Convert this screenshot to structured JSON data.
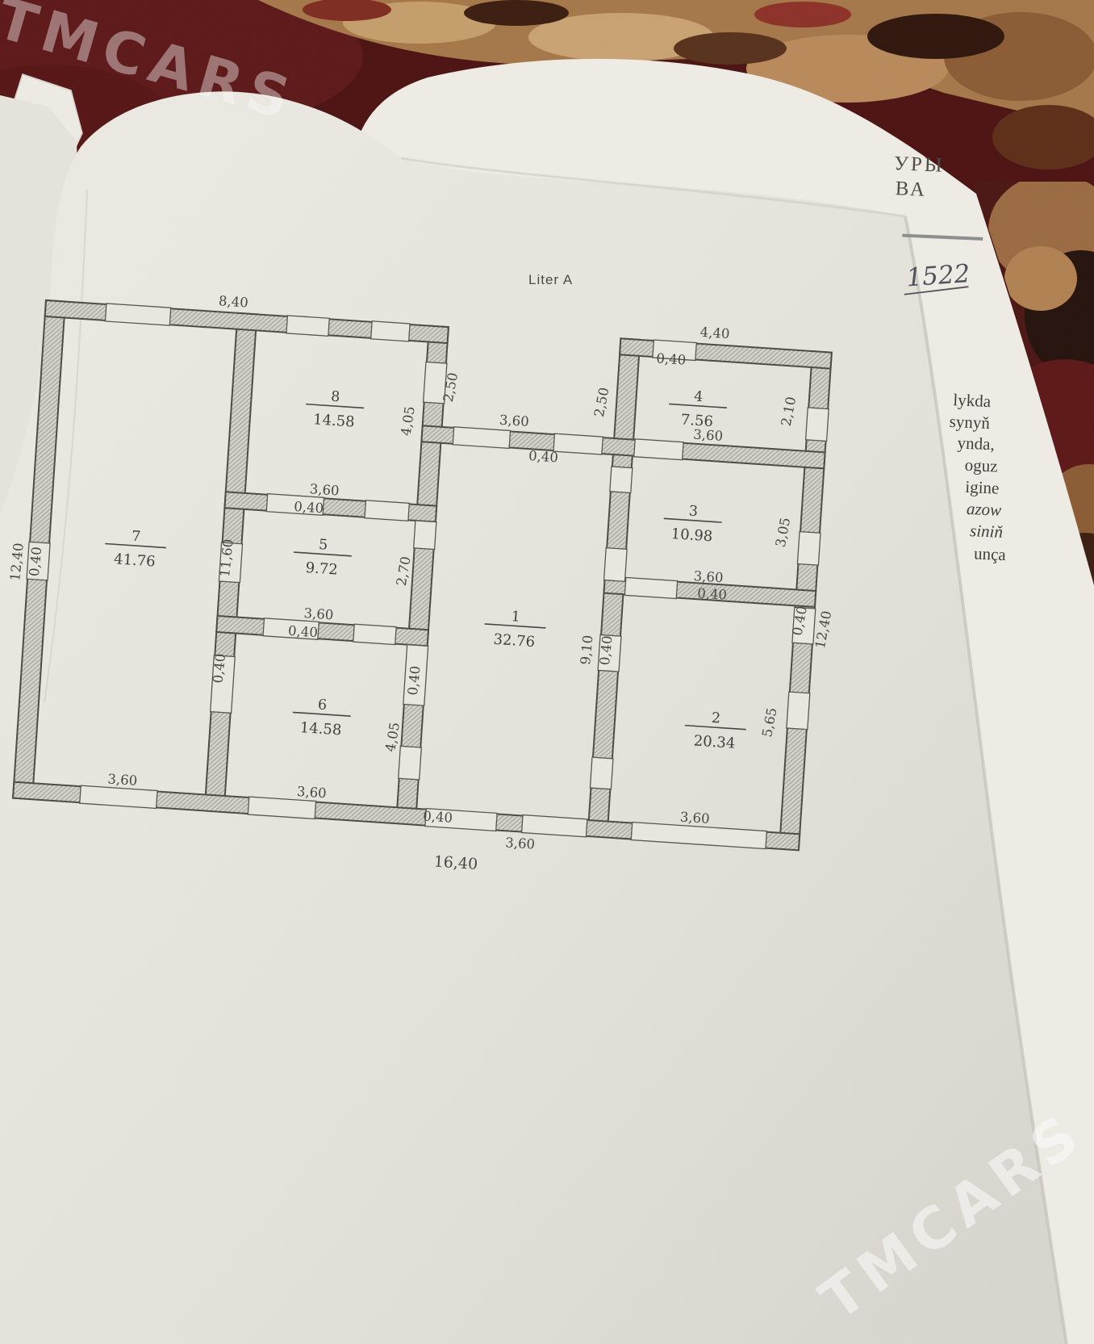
{
  "watermark": {
    "text": "TMCARS"
  },
  "side_page": {
    "header_line1": "УРЫ",
    "header_line2": "ВА",
    "handwritten_number": "1522",
    "text_lines": [
      "lykda",
      "synyň",
      "ynda,",
      "oguz",
      "igine",
      "azow",
      "siniň",
      "unça"
    ]
  },
  "plan": {
    "title": "Liter A",
    "rooms": [
      {
        "num": "1",
        "area": "32.76"
      },
      {
        "num": "2",
        "area": "20.34"
      },
      {
        "num": "3",
        "area": "10.98"
      },
      {
        "num": "4",
        "area": "7.56"
      },
      {
        "num": "5",
        "area": "9.72"
      },
      {
        "num": "6",
        "area": "14.58"
      },
      {
        "num": "7",
        "area": "41.76"
      },
      {
        "num": "8",
        "area": "14.58"
      }
    ],
    "dims": [
      "8,40",
      "4,40",
      "0,40",
      "2,50",
      "2,50",
      "4,05",
      "3,60",
      "0,40",
      "3,60",
      "2,10",
      "3,05",
      "3,60",
      "0,40",
      "2,70",
      "11,60",
      "12,40",
      "0,40",
      "3,60",
      "0,40",
      "0,40",
      "0,40",
      "4,05",
      "9,10",
      "0,40",
      "3,60",
      "0,40",
      "5,65",
      "0,40",
      "12,40",
      "3,60",
      "3,60",
      "0,40",
      "3,60",
      "3,60",
      "16,40"
    ]
  },
  "colors": {
    "paper": "#ece9e3",
    "ink": "#45433f",
    "carpet_base": "#4b1010",
    "carpet_band": "#a57748",
    "watermark_color": "#ffffff"
  }
}
